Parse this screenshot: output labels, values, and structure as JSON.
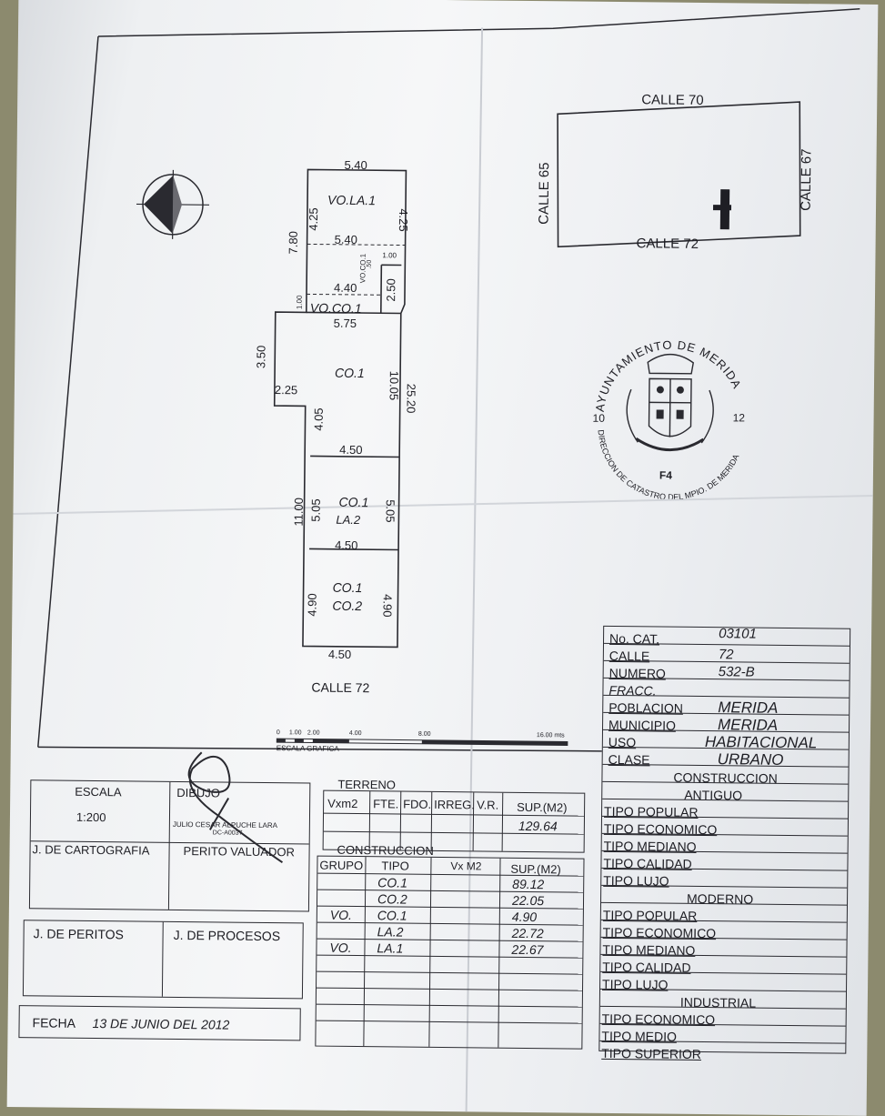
{
  "plan": {
    "top_width": "5.40",
    "vola1": "VO.LA.1",
    "vola1_left": "4.25",
    "vola1_right": "4.25",
    "left_780": "7.80",
    "mid_width_540": "5.40",
    "small_100": "1.00",
    "small_50": ".50",
    "voco1_small": "VO.CO.1",
    "w_440": "4.40",
    "h_250": "2.50",
    "h_100": "1.00",
    "voco1": "VO.CO.1",
    "w_575": "5.75",
    "h_350": "3.50",
    "co1_a": "CO.1",
    "w_225": "2.25",
    "h_1005": "10.05",
    "h_2520": "25.20",
    "h_405": "4.05",
    "w_450_a": "4.50",
    "h_1100": "11.00",
    "h_505_l": "5.05",
    "co1_b": "CO.1",
    "la2": "LA.2",
    "h_505_r": "5.05",
    "w_450_b": "4.50",
    "h_490_l": "4.90",
    "co1_c": "CO.1",
    "co2": "CO.2",
    "h_490_r": "4.90",
    "w_450_c": "4.50",
    "street_bottom": "CALLE 72"
  },
  "location": {
    "north": "CALLE 70",
    "south": "CALLE 72",
    "west": "CALLE 65",
    "east": "CALLE 67"
  },
  "scale_bar": {
    "ticks": [
      "0",
      "1.00",
      "2.00",
      "4.00",
      "8.00",
      "16.00 mts"
    ],
    "label": "ESCALA GRAFICA"
  },
  "seal": {
    "top_text": "AYUNTAMIENTO DE MERIDA",
    "bottom_text": "DIRECCION DE CATASTRO DEL MPIO. DE MERIDA",
    "left_num": "10",
    "right_num": "12",
    "code": "F4"
  },
  "info": {
    "rows": [
      {
        "label": "No. CAT.",
        "value": "03101"
      },
      {
        "label": "CALLE",
        "value": "72"
      },
      {
        "label": "NUMERO",
        "value": "532-B"
      },
      {
        "label": "FRACC.",
        "value": ""
      },
      {
        "label": "POBLACION",
        "value": "MERIDA"
      },
      {
        "label": "MUNICIPIO",
        "value": "MERIDA"
      },
      {
        "label": "USO",
        "value": "HABITACIONAL"
      },
      {
        "label": "CLASE",
        "value": "URBANO"
      }
    ],
    "construccion_title": "CONSTRUCCION",
    "antiguo": "ANTIGUO",
    "antiguo_items": [
      "TIPO POPULAR",
      "TIPO ECONOMICO",
      "TIPO MEDIANO",
      "TIPO CALIDAD",
      "TIPO LUJO"
    ],
    "moderno": "MODERNO",
    "moderno_items": [
      "TIPO POPULAR",
      "TIPO ECONOMICO",
      "TIPO MEDIANO",
      "TIPO CALIDAD",
      "TIPO LUJO"
    ],
    "industrial": "INDUSTRIAL",
    "industrial_items": [
      "TIPO ECONOMICO",
      "TIPO MEDIO",
      "TIPO SUPERIOR"
    ]
  },
  "left_block": {
    "escala_label": "ESCALA",
    "escala_value": "1:200",
    "dibujo_label": "DIBUJO",
    "dibujo_name": "JULIO CESAR ALPUCHE LARA",
    "dibujo_code": "DC-A0037",
    "cartografia": "J. DE CARTOGRAFIA",
    "perito": "PERITO VALUADOR",
    "peritos": "J. DE PERITOS",
    "procesos": "J. DE PROCESOS",
    "fecha_label": "FECHA",
    "fecha_value": "13 DE JUNIO DEL 2012"
  },
  "terreno": {
    "title": "TERRENO",
    "headers": [
      "Vxm2",
      "FTE.",
      "FDO.",
      "IRREG.",
      "V.R.",
      "SUP.(M2)"
    ],
    "sup": "129.64"
  },
  "construccion": {
    "title": "CONSTRUCCION",
    "headers": [
      "GRUPO",
      "TIPO",
      "Vx M2",
      "SUP.(M2)"
    ],
    "rows": [
      {
        "grupo": "",
        "tipo": "CO.1",
        "sup": "89.12"
      },
      {
        "grupo": "",
        "tipo": "CO.2",
        "sup": "22.05"
      },
      {
        "grupo": "VO.",
        "tipo": "CO.1",
        "sup": "4.90"
      },
      {
        "grupo": "",
        "tipo": "LA.2",
        "sup": "22.72"
      },
      {
        "grupo": "VO.",
        "tipo": "LA.1",
        "sup": "22.67"
      }
    ]
  }
}
